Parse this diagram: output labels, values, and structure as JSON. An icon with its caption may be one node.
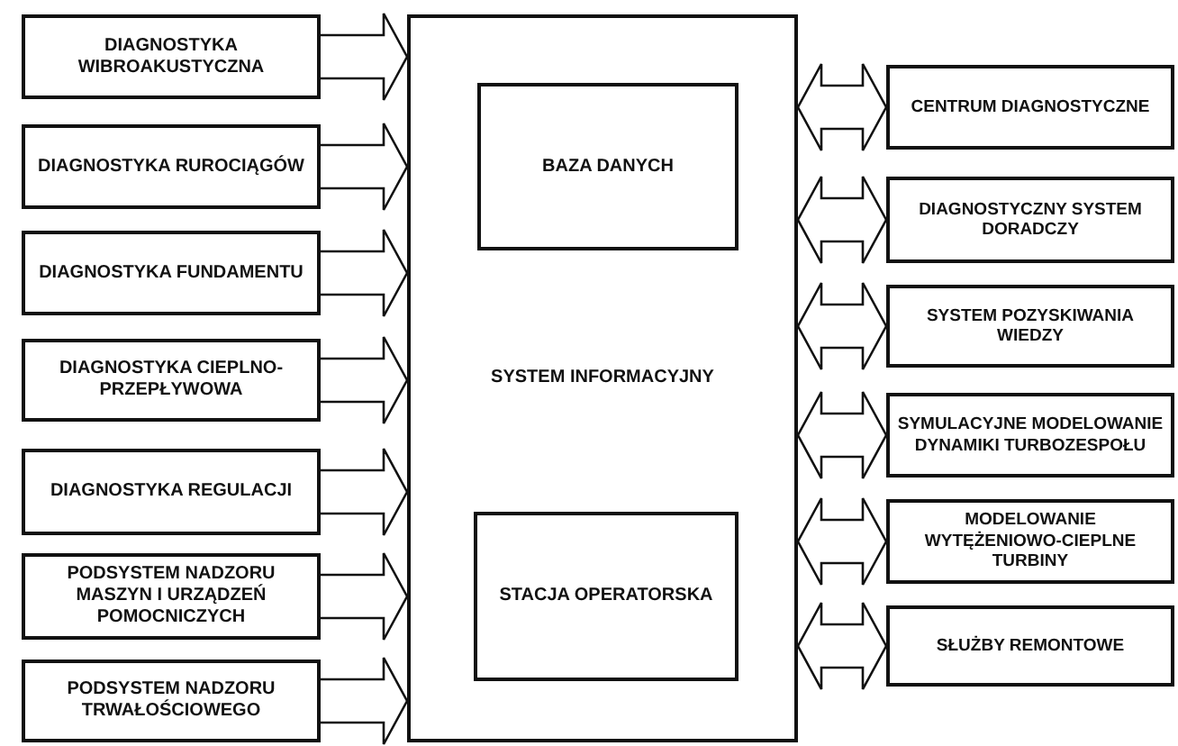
{
  "diagram": {
    "nodes": [
      {
        "text": [
          "DIAGNOSTYKA WIBROAKUSTYCZNA"
        ]
      },
      {
        "text": [
          "DIAGNOSTYKA RUROCIĄGÓW"
        ]
      },
      {
        "text": [
          "DIAGNOSTYKA FUNDAMENTU"
        ]
      },
      {
        "text": [
          "DIAGNOSTYKA CIEPLNO-PRZEPŁYWOWA"
        ]
      },
      {
        "text": [
          "DIAGNOSTYKA REGULACJI"
        ]
      },
      {
        "text": [
          "PODSYSTEM NADZORU MASZYN I URZĄDZEŃ POMOCNICZYCH"
        ]
      },
      {
        "text": [
          "PODSYSTEM NADZORU TRWAŁOŚCIOWEGO"
        ]
      },
      {
        "text": [
          "SYSTEM INFORMACYJNY"
        ]
      },
      {
        "text": [
          "BAZA DANYCH"
        ],
        "in": 7
      },
      {
        "text": [
          "STACJA OPERATORSKA"
        ],
        "in": 7
      },
      {
        "text": [
          "CENTRUM DIAGNOSTYCZNE"
        ]
      },
      {
        "text": [
          "DIAGNOSTYCZNY SYSTEM DORADCZY"
        ]
      },
      {
        "text": [
          "SYSTEM POZYSKIWANIA WIEDZY"
        ]
      },
      {
        "text": [
          "SYMULACYJNE MODELOWANIE DYNAMIKI TURBOZESPOŁU"
        ]
      },
      {
        "text": [
          "MODELOWANIE WYTĘŻENIOWO-CIEPLNE TURBINY"
        ]
      },
      {
        "text": [
          "SŁUŻBY REMONTOWE"
        ]
      }
    ],
    "edges": [
      {
        "from": 0,
        "to": 7,
        "arrow": "to"
      },
      {
        "from": 1,
        "to": 7,
        "arrow": "to"
      },
      {
        "from": 2,
        "to": 7,
        "arrow": "to"
      },
      {
        "from": 3,
        "to": 7,
        "arrow": "to"
      },
      {
        "from": 4,
        "to": 7,
        "arrow": "to"
      },
      {
        "from": 5,
        "to": 7,
        "arrow": "to"
      },
      {
        "from": 6,
        "to": 7,
        "arrow": "to"
      },
      {
        "from": 7,
        "to": 10,
        "arrow": "both"
      },
      {
        "from": 7,
        "to": 11,
        "arrow": "both"
      },
      {
        "from": 7,
        "to": 12,
        "arrow": "both"
      },
      {
        "from": 7,
        "to": 13,
        "arrow": "both"
      },
      {
        "from": 7,
        "to": 14,
        "arrow": "both"
      },
      {
        "from": 7,
        "to": 15,
        "arrow": "both"
      }
    ]
  }
}
